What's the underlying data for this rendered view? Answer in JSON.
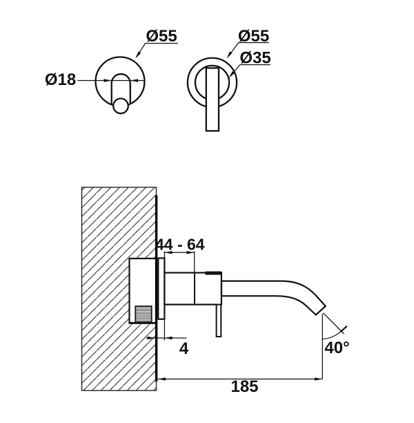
{
  "labels": {
    "spout_front": {
      "outer_diameter": "Ø55",
      "spout_diameter": "Ø18"
    },
    "mixer_front": {
      "outer_diameter": "Ø55",
      "inner_diameter": "Ø35"
    },
    "side_view": {
      "install_depth_range": "44 - 64",
      "wall_offset": "4",
      "spout_angle": "40°",
      "spout_reach": "185"
    }
  },
  "colors": {
    "background": "#ffffff",
    "line": "#111111",
    "hatch": "#3d3d3d"
  }
}
